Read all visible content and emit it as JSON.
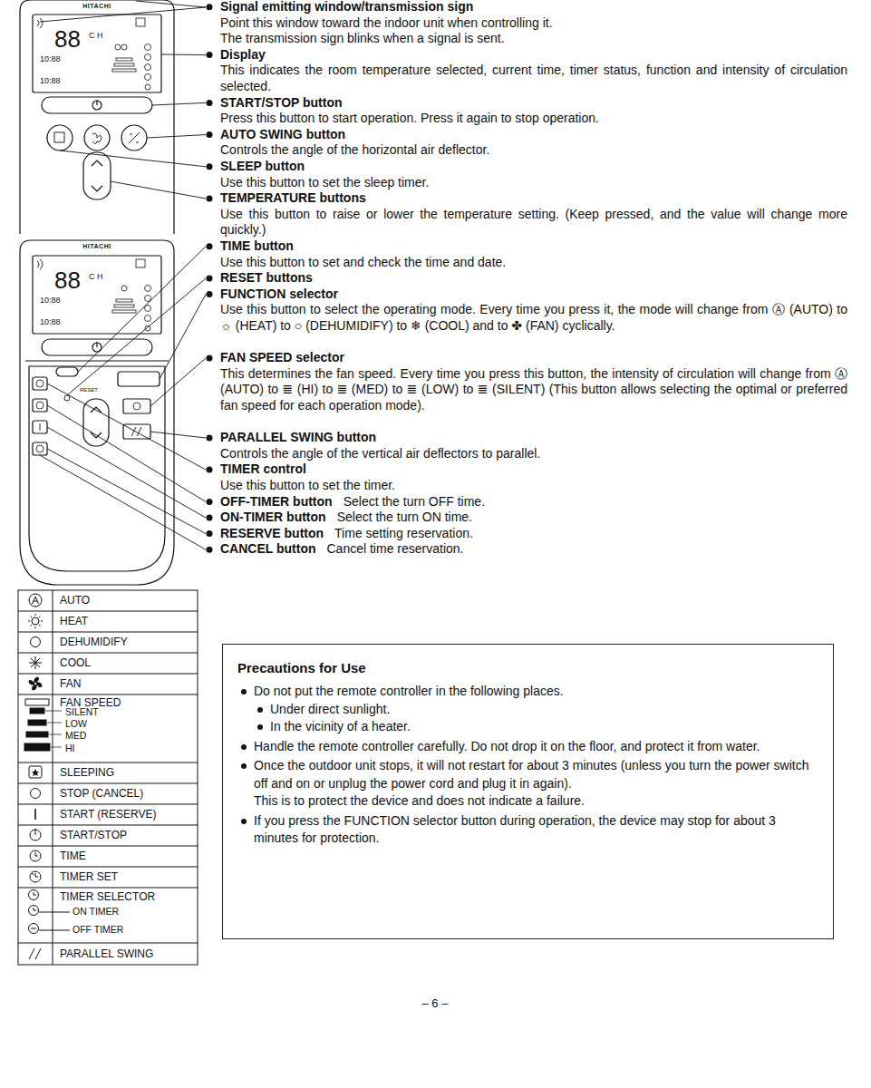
{
  "diagram": {
    "nodes": [
      {
        "text": [
          "Precautions for Use",
          "Do not put the remote controller in the following places.",
          "Under direct sunlight.",
          "In the vicinity of a heater.",
          "Handle the remote controller carefully. Do not drop it on the floor, and protect it from water.",
          "Once the outdoor unit stops, it will not restart for about 3 minutes (unless you turn the power switch off and on or unplug the power cord and plug it in again).",
          "This is to protect the device and does not indicate a failure.",
          "If you press the FUNCTION selector button during operation, the device may stop for about 3 minutes for protection."
        ]
      }
    ],
    "labels": [
      "Signal emitting window/transmission sign",
      "Point this window toward the indoor unit when controlling it.",
      "The transmission sign blinks when a signal is sent.",
      "Display",
      "This indicates the room temperature selected, current time, timer status, function and intensity of circulation selected.",
      "START/STOP button",
      "Press this button to start operation. Press it again to stop operation.",
      "AUTO SWING button",
      "Controls the angle of the horizontal air deflector.",
      "SLEEP button",
      "Use this button to set the sleep timer.",
      "TEMPERATURE buttons",
      "Use this button to raise or lower the temperature setting. (Keep pressed, and the value will change more quickly.)",
      "TIME button",
      "Use this button to set and check the time and date.",
      "RESET buttons",
      "FUNCTION selector",
      "Use this button to select the operating mode. Every time you press it, the mode will change from Ⓐ (AUTO) to ☼ (HEAT) to ○ (DEHUMIDIFY) to ❄ (COOL) and to ✤ (FAN) cyclically.",
      "FAN SPEED selector",
      "This determines the fan speed. Every time you press this button, the intensity of circulation will change from Ⓐ (AUTO) to ≣ (HI) to ≣ (MED) to ≣ (LOW) to ≣ (SILENT) (This button allows selecting the optimal or preferred fan speed for each operation mode).",
      "PARALLEL SWING button",
      "Controls the angle of the vertical air deflectors to parallel.",
      "TIMER control",
      "Use this button to set the timer.",
      "OFF-TIMER button",
      "Select the turn OFF time.",
      "ON-TIMER button",
      "Select the turn ON time.",
      "RESERVE button",
      "Time setting reservation.",
      "CANCEL button",
      "Cancel time reservation.",
      "AUTO",
      "HEAT",
      "DEHUMIDIFY",
      "COOL",
      "FAN",
      "FAN SPEED",
      "SILENT",
      "LOW",
      "MED",
      "HI",
      "SLEEPING",
      "STOP (CANCEL)",
      "START (RESERVE)",
      "START/STOP",
      "TIME",
      "TIMER SET",
      "TIMER SELECTOR",
      "ON TIMER",
      "OFF TIMER",
      "PARALLEL SWING",
      "HITACHI",
      "88",
      "C H",
      "10:88",
      "10:88",
      "HITACHI",
      "88",
      "C H",
      "10:88",
      "10:88",
      "RESET",
      "– 6 –"
    ]
  }
}
